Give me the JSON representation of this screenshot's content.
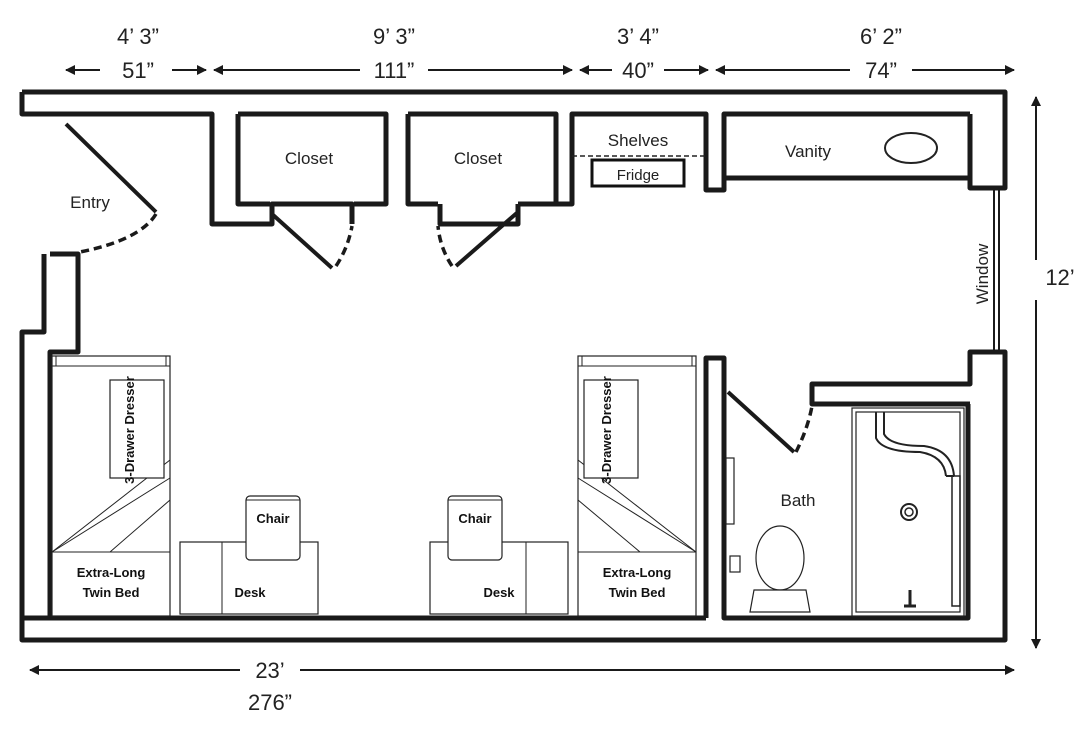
{
  "dimensions": {
    "top": [
      {
        "feet": "4’ 3”",
        "inches": "51”"
      },
      {
        "feet": "9’ 3”",
        "inches": "111”"
      },
      {
        "feet": "3’ 4”",
        "inches": "40”"
      },
      {
        "feet": "6’ 2”",
        "inches": "74”"
      }
    ],
    "bottom": {
      "feet": "23’",
      "inches": "276”"
    },
    "right": {
      "feet": "12’"
    }
  },
  "rooms": {
    "entry": "Entry",
    "closet_1": "Closet",
    "closet_2": "Closet",
    "shelves": "Shelves",
    "fridge": "Fridge",
    "vanity": "Vanity",
    "window": "Window",
    "bath": "Bath"
  },
  "furniture": {
    "left": {
      "dresser": "3-Drawer Dresser",
      "bed_line1": "Extra-Long",
      "bed_line2": "Twin Bed",
      "chair": "Chair",
      "desk": "Desk"
    },
    "right": {
      "dresser": "3-Drawer Dresser",
      "bed_line1": "Extra-Long",
      "bed_line2": "Twin Bed",
      "chair": "Chair",
      "desk": "Desk"
    }
  }
}
